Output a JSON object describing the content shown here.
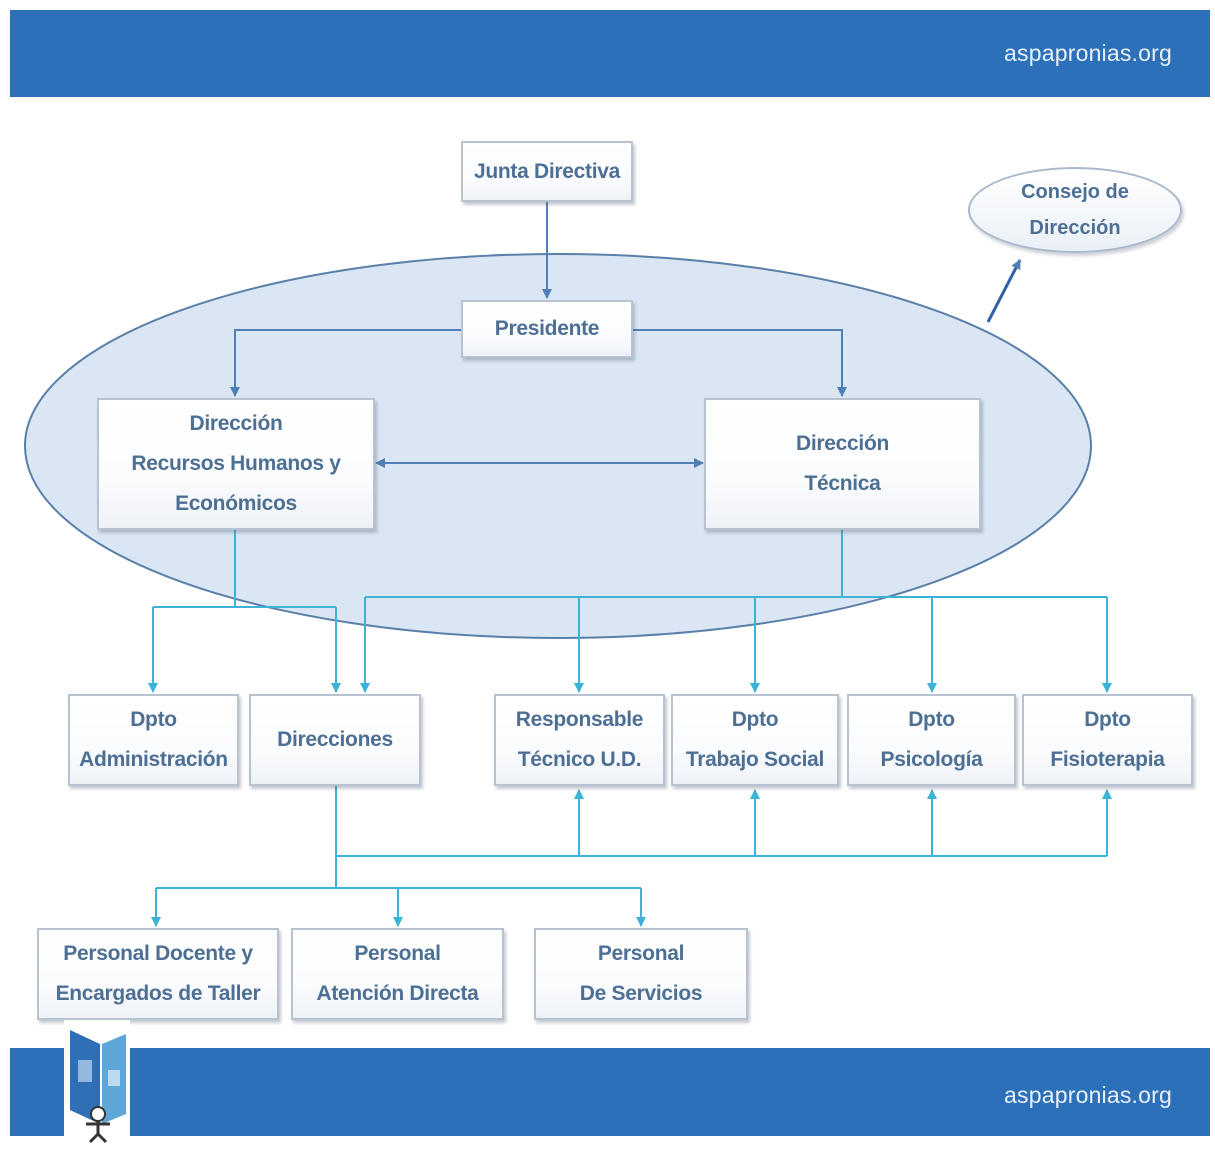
{
  "header": {
    "site_url": "aspapronias.org"
  },
  "footer": {
    "site_url": "aspapronias.org"
  },
  "nodes": {
    "junta_directiva": {
      "lines": [
        "Junta Directiva"
      ]
    },
    "consejo_direccion": {
      "lines": [
        "Consejo de",
        "Dirección"
      ]
    },
    "presidente": {
      "lines": [
        "Presidente"
      ]
    },
    "direccion_rrhh": {
      "lines": [
        "Dirección",
        "Recursos Humanos y",
        "Económicos"
      ]
    },
    "direccion_tecnica": {
      "lines": [
        "Dirección",
        "Técnica"
      ]
    },
    "dpto_administracion": {
      "lines": [
        "Dpto",
        "Administración"
      ]
    },
    "direcciones": {
      "lines": [
        "Direcciones"
      ]
    },
    "responsable_tecnico": {
      "lines": [
        "Responsable",
        "Técnico U.D."
      ]
    },
    "dpto_trabajo_social": {
      "lines": [
        "Dpto",
        "Trabajo Social"
      ]
    },
    "dpto_psicologia": {
      "lines": [
        "Dpto",
        "Psicología"
      ]
    },
    "dpto_fisioterapia": {
      "lines": [
        "Dpto",
        "Fisioterapia"
      ]
    },
    "personal_docente": {
      "lines": [
        "Personal Docente y",
        "Encargados de Taller"
      ]
    },
    "personal_atencion": {
      "lines": [
        "Personal",
        "Atención Directa"
      ]
    },
    "personal_servicios": {
      "lines": [
        "Personal",
        "De Servicios"
      ]
    }
  },
  "colors": {
    "banner": "#2c70b9",
    "ellipse_fill": "#dae6f3",
    "connector_dark": "#4f7fb5",
    "connector_light": "#3cb3d6",
    "node_text": "#4d6f94"
  }
}
